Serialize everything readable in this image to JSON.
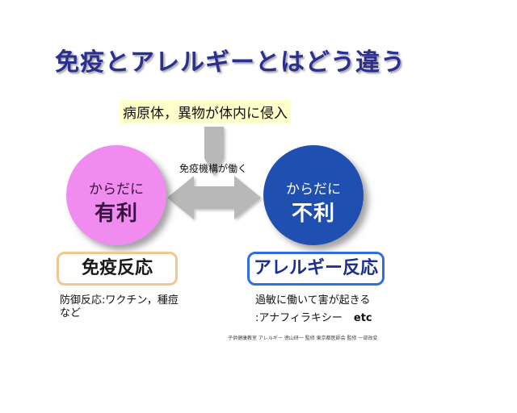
{
  "title": "免疫とアレルギーとはどう違う",
  "trigger": "病原体，異物が体内に侵入",
  "mechanism_label": "免疫機構が働く",
  "left_circle": {
    "sub": "からだに",
    "main": "有利"
  },
  "right_circle": {
    "sub": "からだに",
    "main": "不利"
  },
  "left_box": "免疫反応",
  "right_box": "アレルギー反応",
  "left_desc": "防御反応:ワクチン，種痘など",
  "right_desc_line1": "過敏に働いて害が起きる",
  "right_desc_line2": ":アナフィラキシー",
  "right_desc_etc": "etc",
  "source": "子供健康教室 アレルギー 徳山研一 監修 東京都医師会 監修 一部改変",
  "colors": {
    "title": "#2b2f8f",
    "trigger_bg": "#ffffcc",
    "left_circle": "#f08cf0",
    "right_circle": "#1f4fb0",
    "left_box_border": "#f0c890",
    "right_box_border": "#2f6fe0",
    "arrow": "#b8b8b8"
  }
}
